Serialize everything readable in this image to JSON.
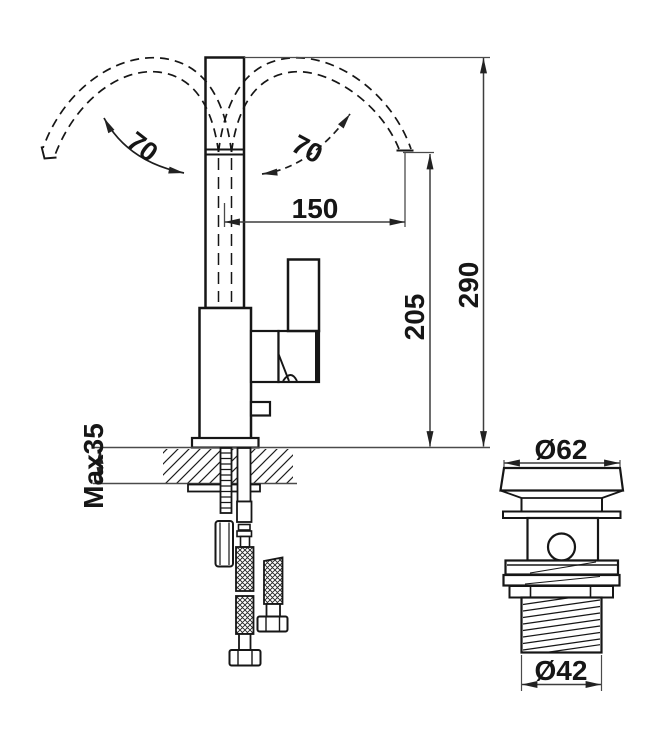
{
  "drawing": {
    "title": "Faucet installation dimension drawing",
    "subject": "single-lever basin mixer with swivel spout and pop-up waste",
    "labels": {
      "swivel_left_deg": "70",
      "swivel_right_deg": "70",
      "spout_reach_mm": "150",
      "spout_outlet_height_mm": "205",
      "overall_height_mm": "290",
      "max_counter_thickness": "Max35",
      "waste_flange_diameter": "Ø62",
      "waste_thread_diameter": "Ø42"
    },
    "colors": {
      "outline": "#161616",
      "dimension_line": "#4a4a4a",
      "background": "#ffffff"
    }
  }
}
